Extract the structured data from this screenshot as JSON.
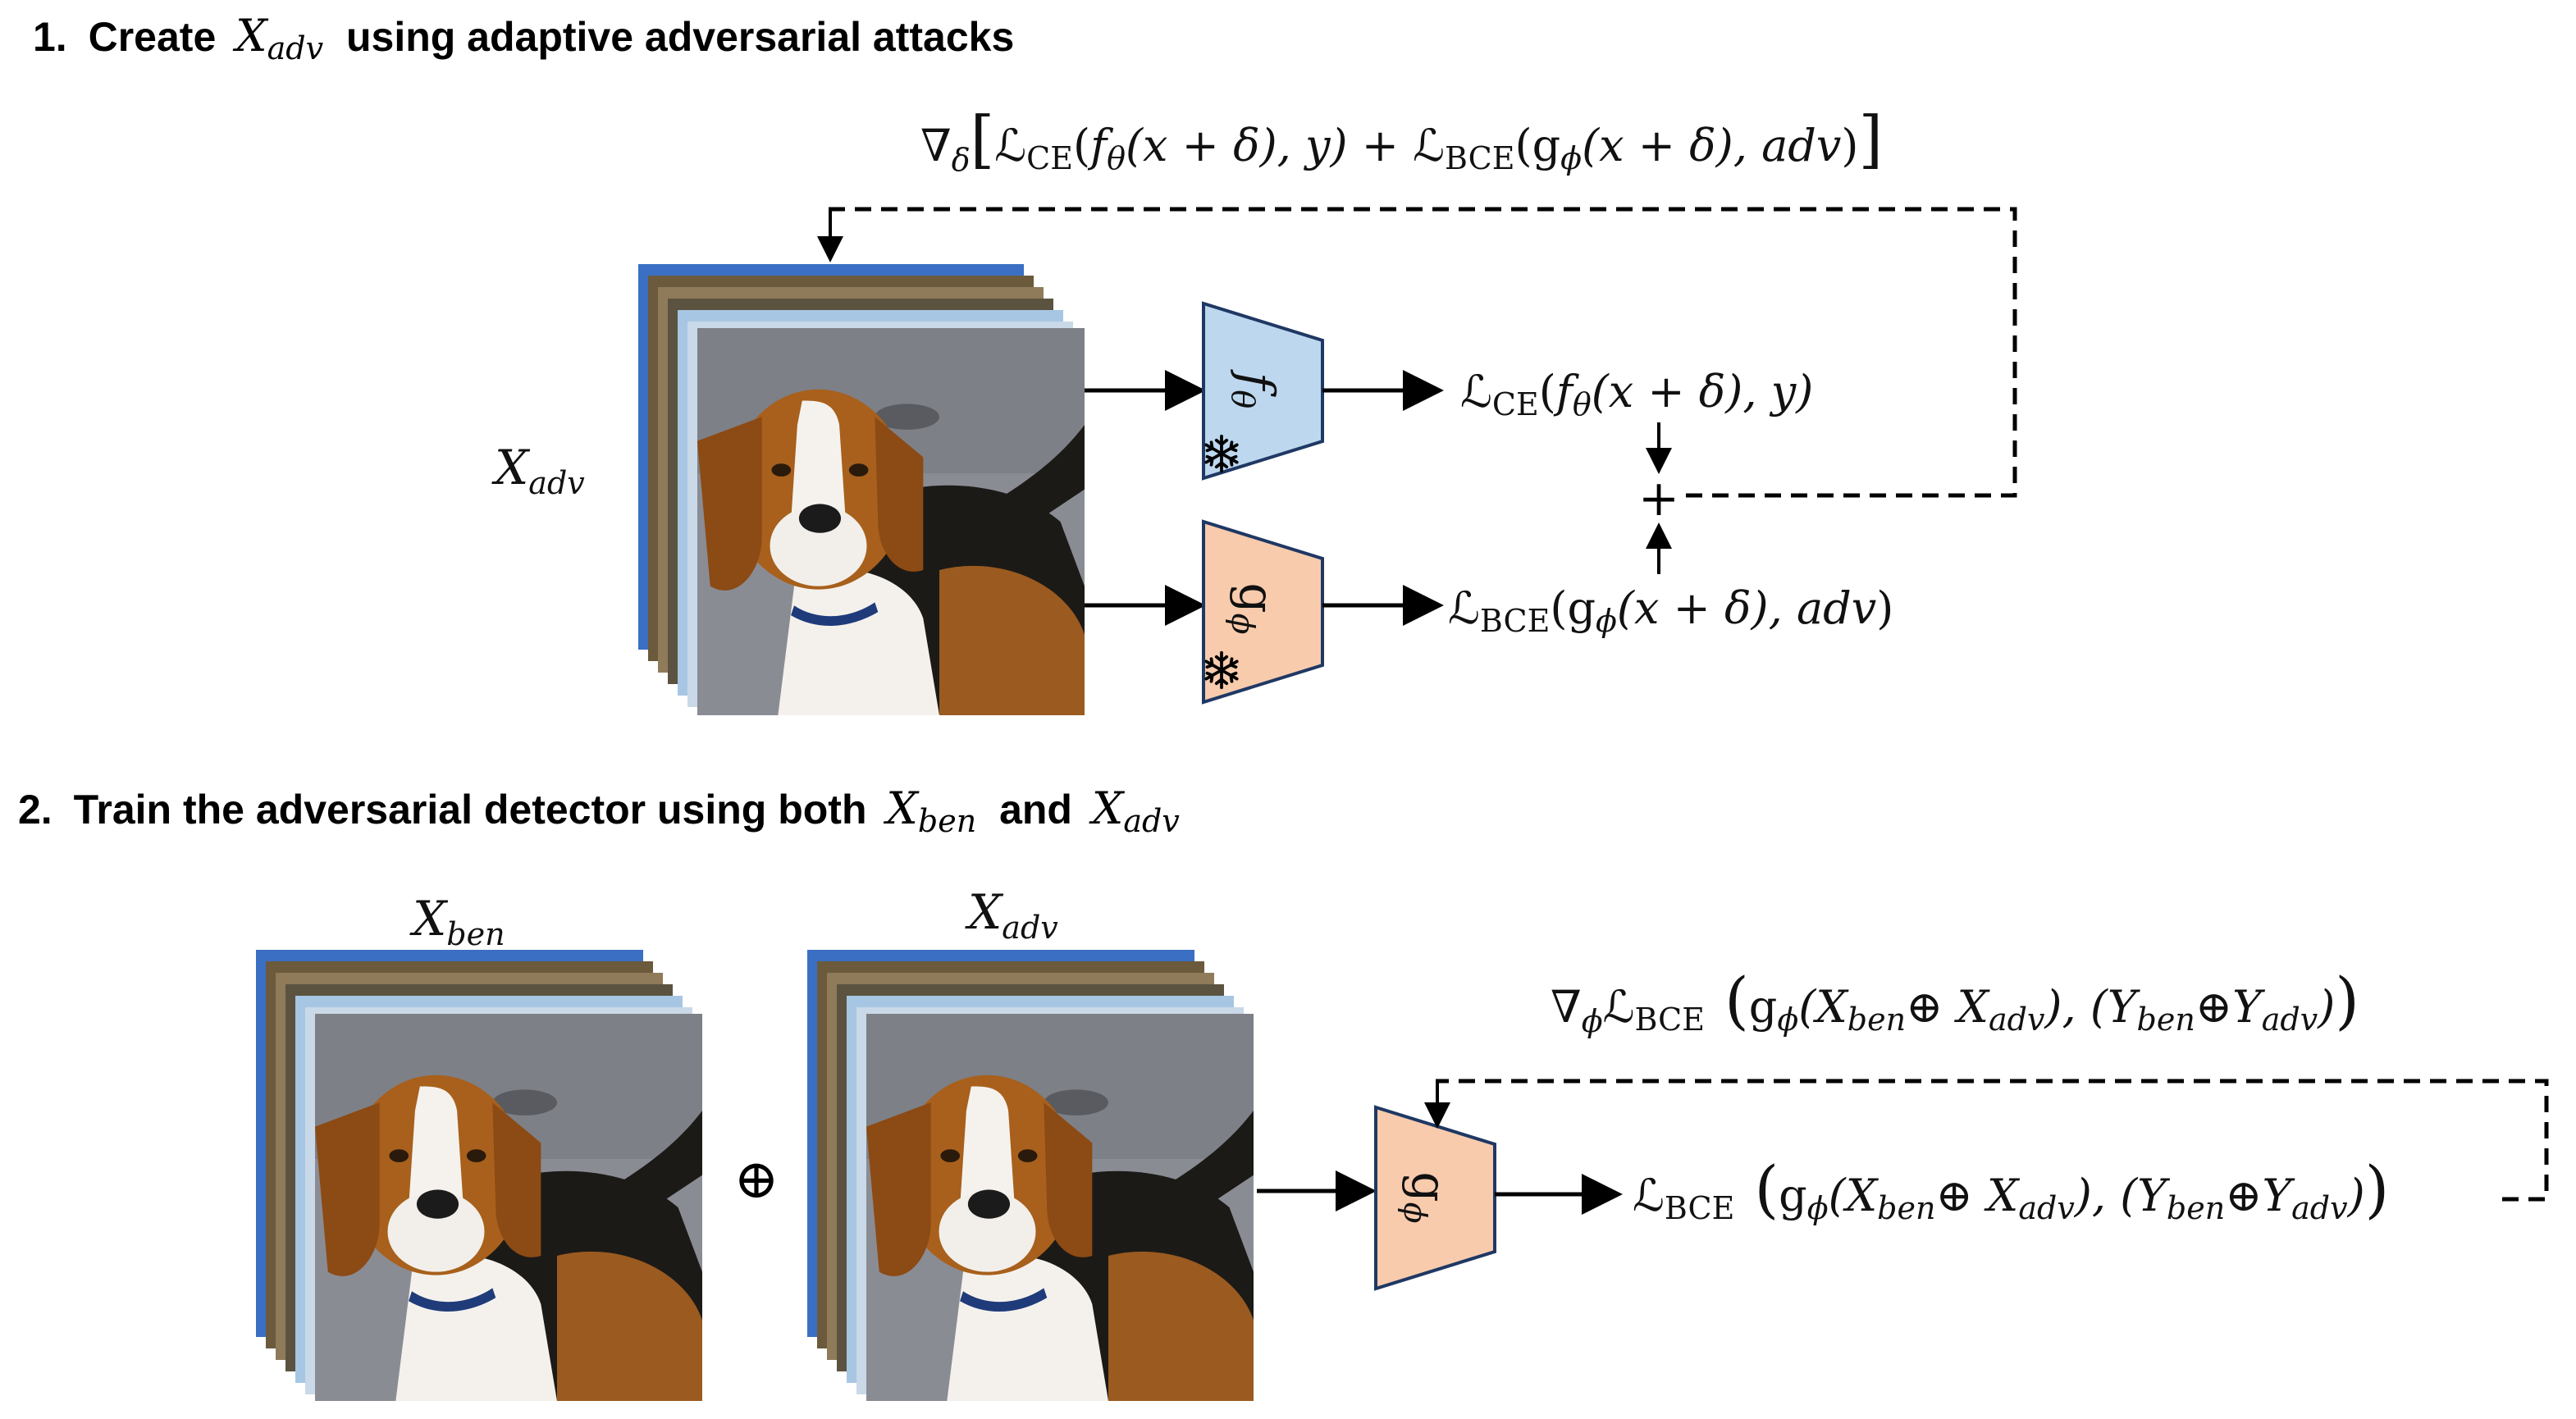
{
  "section1": {
    "number": "1.",
    "title_pre": "Create",
    "title_var": "X",
    "title_var_sub": "adv",
    "title_post": "using adaptive adversarial attacks"
  },
  "section2": {
    "number": "2.",
    "title_pre": "Train the adversarial detector using both",
    "var1": "X",
    "var1_sub": "ben",
    "title_mid": "and",
    "var2": "X",
    "var2_sub": "adv"
  },
  "labels": {
    "x_adv_base": "X",
    "x_adv_sub": "adv",
    "x_ben_base": "X",
    "x_ben_sub": "ben",
    "plus": "+",
    "oplus": "⊕"
  },
  "models": {
    "f_theta": {
      "name": "f",
      "sub": "θ",
      "color": "#bdd7ee",
      "frozen_icon": "snowflake-icon"
    },
    "g_phi": {
      "name": "g",
      "sub": "ϕ",
      "color": "#f8cbad",
      "frozen_icon": "snowflake-icon"
    },
    "g_phi_train": {
      "name": "g",
      "sub": "ϕ",
      "color": "#f8cbad"
    }
  },
  "equations": {
    "grad_delta": "∇",
    "grad_delta_sub": "δ",
    "ce_loss_f": "f",
    "ce_loss_f_sub": "θ",
    "ce_args": "(x + δ), y)",
    "bce_args1": "(x + δ), ",
    "bce_args1_label": "adv",
    "grad_phi": "∇",
    "grad_phi_sub": "ϕ",
    "L": "ℒ",
    "L_ce_sub": "CE",
    "L_bce_sub": "BCE",
    "g": "g",
    "g_sub": "ϕ",
    "x_plus_delta": "(x + δ)",
    "comma_y": ", y"
  },
  "colors": {
    "blue_model": "#bdd7ee",
    "orange_model": "#f8cbad",
    "stroke": "#1f3864"
  }
}
